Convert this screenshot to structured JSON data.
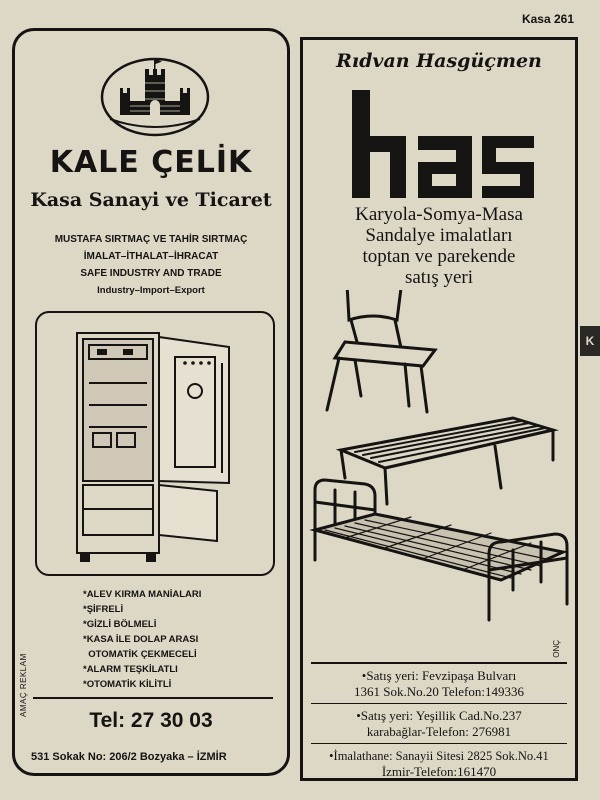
{
  "page_label": "Kasa 261",
  "side_tab": "K",
  "kale": {
    "brand": "KALE ÇELİK",
    "subtitle": "Kasa Sanayi ve Ticaret",
    "lines": [
      "MUSTAFA SIRTMAÇ VE  TAHİR SIRTMAÇ",
      "İMALAT–İTHALAT–İHRACAT",
      "SAFE INDUSTRY AND TRADE",
      "Industry–Import–Export"
    ],
    "features": [
      "*ALEV KIRMA MANİALARI",
      "*ŞİFRELİ",
      "*GİZLİ BÖLMELİ",
      "*KASA İLE DOLAP ARASI",
      "  OTOMATİK ÇEKMECELİ",
      "*ALARM TEŞKİLATLI",
      "*OTOMATİK KİLİTLİ"
    ],
    "side_credit": "AMAÇ REKLAM",
    "tel": "Tel: 27 30 03",
    "address": "531 Sokak No: 206/2  Bozyaka – İZMİR"
  },
  "has": {
    "owner": "Rıdvan Hasgüçmen",
    "logo_text": "has",
    "products": [
      "Karyola-Somya-Masa",
      "Sandalye imalatları",
      "toptan ve parekende",
      "satış yeri"
    ],
    "contact": [
      [
        "•Satış yeri: Fevzipaşa  Bulvarı",
        "1361 Sok.No.20 Telefon:149336"
      ],
      [
        "•Satış yeri: Yeşillik Cad.No.237",
        "karabağlar-Telefon: 276981"
      ],
      [
        "•İmalathane: Sanayii Sitesi 2825 Sok.No.41",
        "İzmir-Telefon:161470"
      ]
    ],
    "side_credit": "ONÇ"
  }
}
